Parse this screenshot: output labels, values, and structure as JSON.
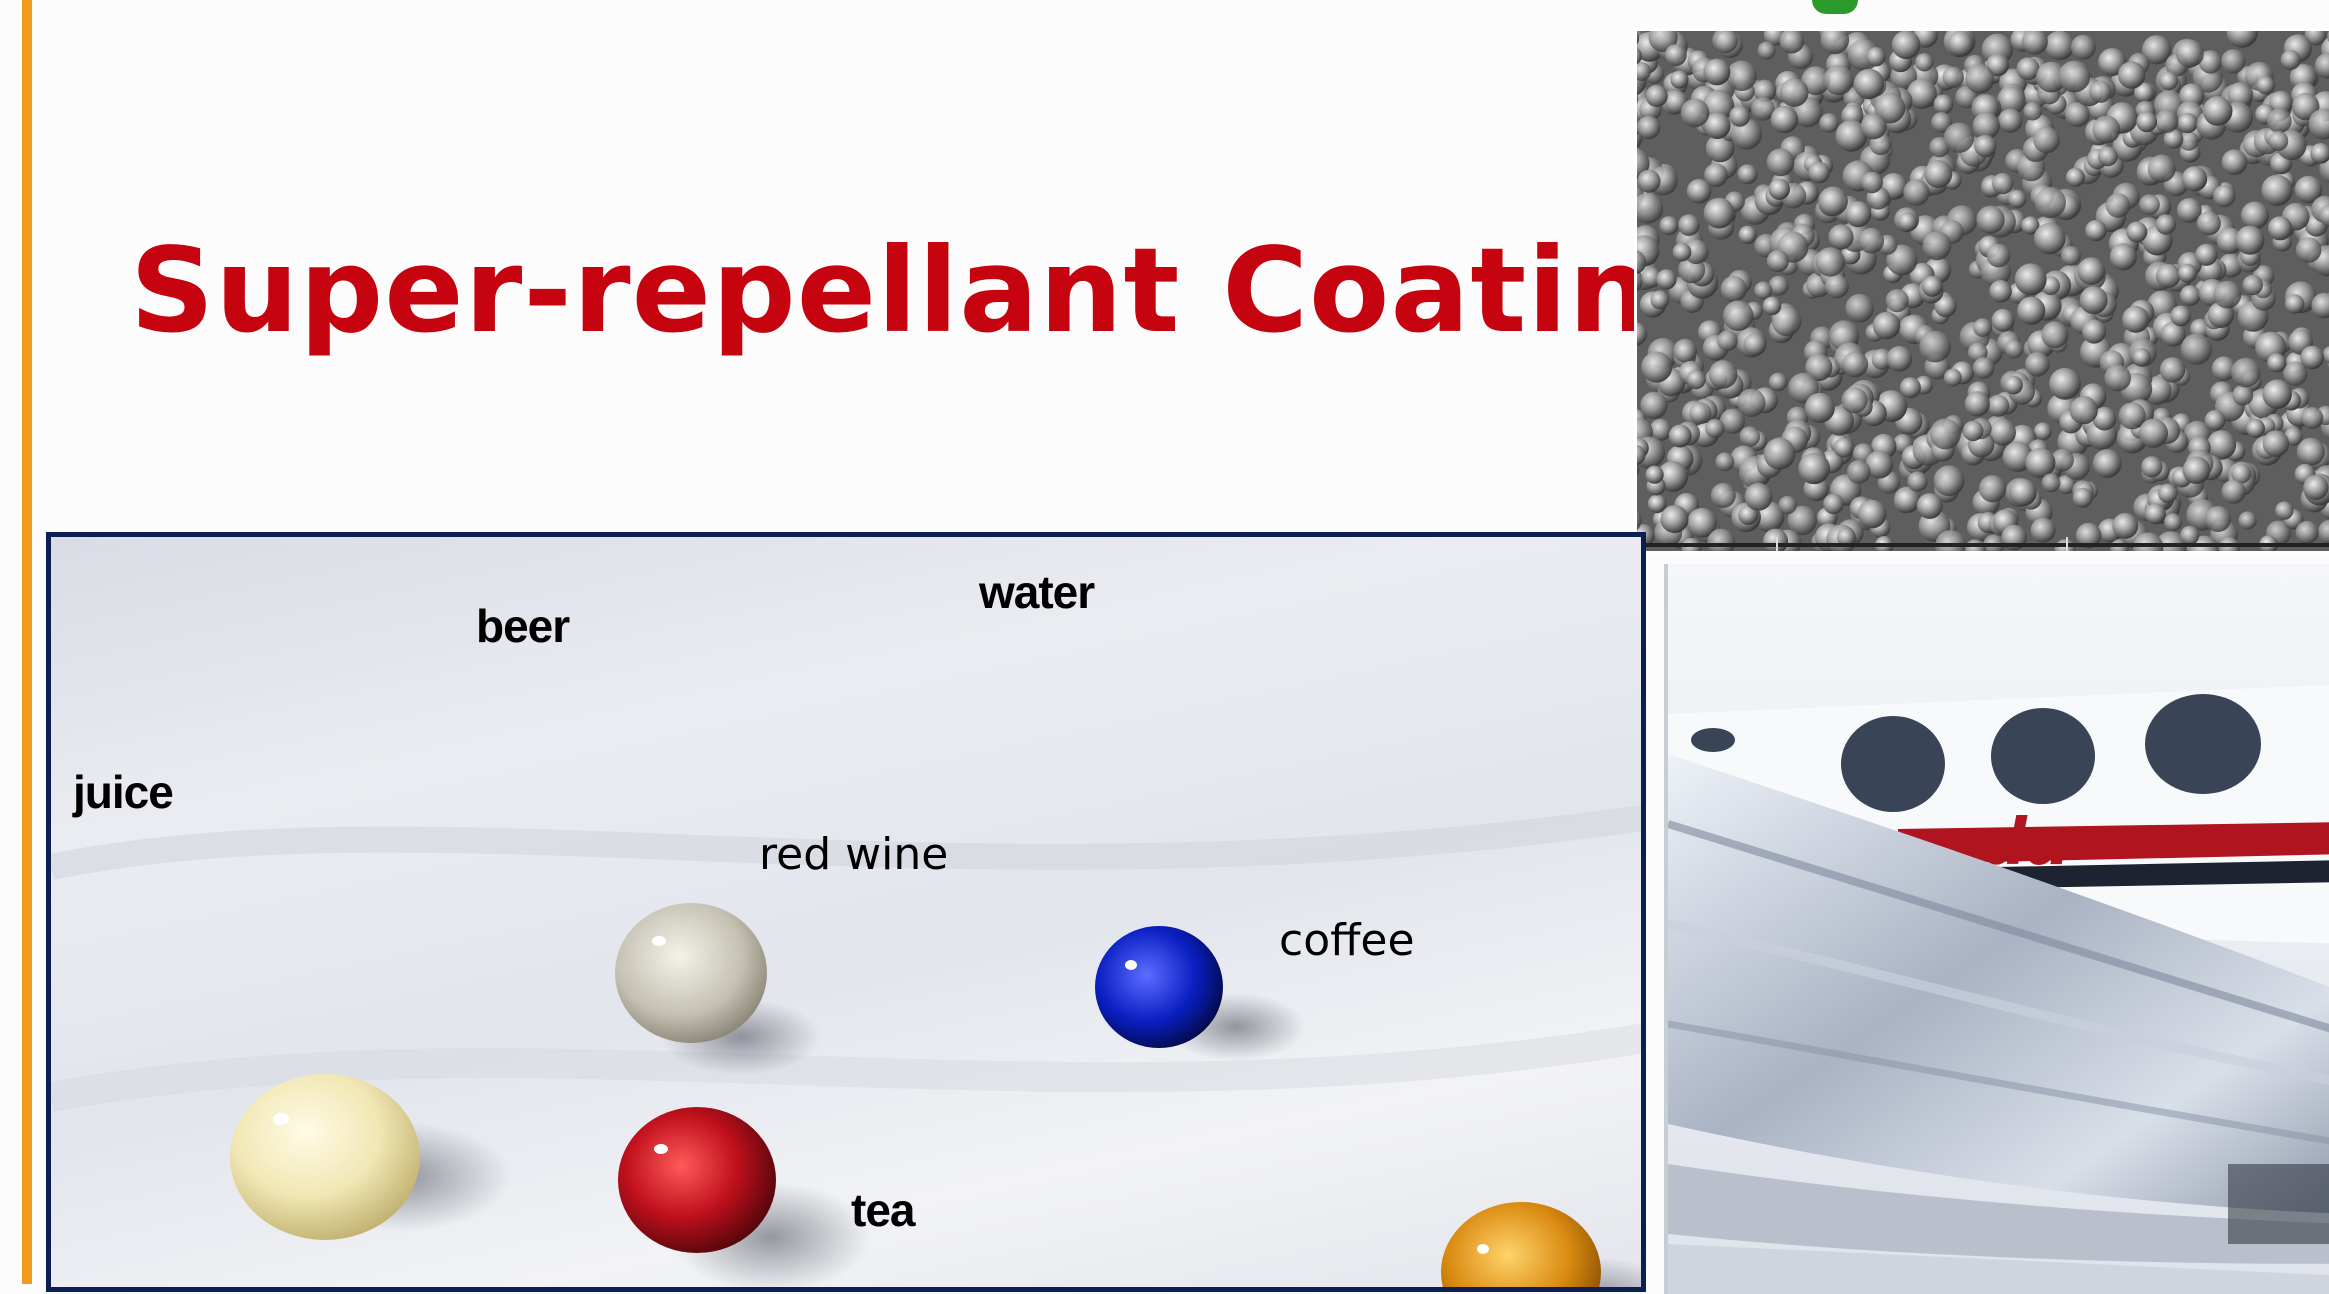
{
  "slide": {
    "title": "Super-repellant Coatings"
  },
  "droplet_photo": {
    "labels": {
      "beer": "beer",
      "water": "water",
      "juice": "juice",
      "red_wine": "red wine",
      "coffee": "coffee",
      "tea": "tea"
    }
  },
  "colors": {
    "title": "#c5040f",
    "accent_bar": "#f09b1e",
    "photo_border": "#0c1f55"
  },
  "plane_photo": {
    "livery_text": "ada"
  }
}
